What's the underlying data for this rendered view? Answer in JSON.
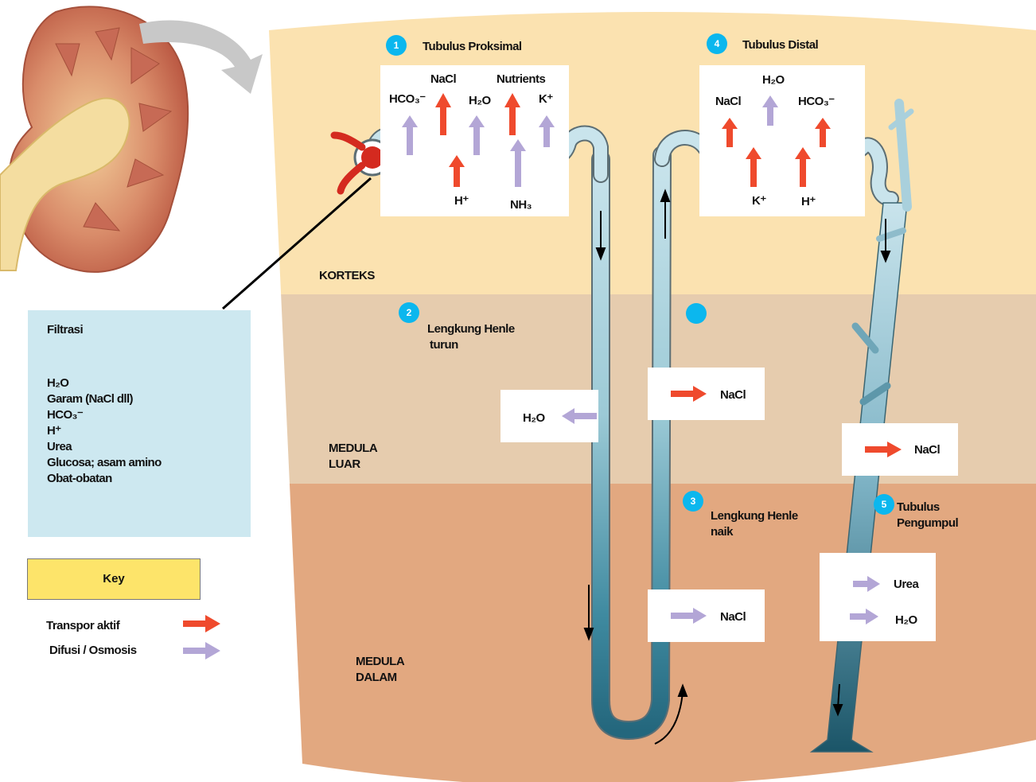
{
  "colors": {
    "cortex": "#fbe2b0",
    "outer_medulla": "#e6ccae",
    "inner_medulla": "#e2a880",
    "active_transport": "#ef4a2d",
    "diffusion": "#b3a6d6",
    "badge": "#0bb7ee",
    "filtration_box": "#cde8f0",
    "key_box": "#fde46a"
  },
  "regions": {
    "cortex": "KORTEKS",
    "outer_medulla": [
      "MEDULA",
      "LUAR"
    ],
    "inner_medulla": [
      "MEDULA",
      "DALAM"
    ]
  },
  "segments": {
    "proximal": {
      "number": "1",
      "label": "Tubulus Proksimal"
    },
    "descending": {
      "number": "2",
      "label": [
        "Lengkung Henle",
        "turun"
      ]
    },
    "ascending": {
      "number": "3",
      "label": [
        "Lengkung Henle",
        "naik"
      ]
    },
    "distal": {
      "number": "4",
      "label": "Tubulus Distal"
    },
    "collecting": {
      "number": "5",
      "label": [
        "Tubulus",
        "Pengumpul"
      ]
    }
  },
  "proximal_substances": {
    "nacl": "NaCl",
    "nutrients": "Nutrients",
    "hco3": "HCO₃⁻",
    "h2o": "H₂O",
    "k": "K⁺",
    "h": "H⁺",
    "nh3": "NH₃"
  },
  "distal_substances": {
    "h2o": "H₂O",
    "nacl": "NaCl",
    "hco3": "HCO₃⁻",
    "k": "K⁺",
    "h": "H⁺"
  },
  "medulla_exchange": {
    "descending_h2o": "H₂O",
    "ascending_outer_nacl": "NaCl",
    "ascending_inner_nacl": "NaCl",
    "collecting_nacl": "NaCl",
    "collecting_urea": "Urea",
    "collecting_h2o": "H₂O"
  },
  "filtration": {
    "title": "Filtrasi",
    "items": [
      "H₂O",
      "Garam (NaCl dll)",
      "HCO₃⁻",
      "H⁺",
      "Urea",
      "Glucosa; asam amino",
      "Obat-obatan"
    ]
  },
  "key": {
    "title": "Key",
    "active": "Transpor aktif",
    "diffusion": "Difusi / Osmosis"
  }
}
